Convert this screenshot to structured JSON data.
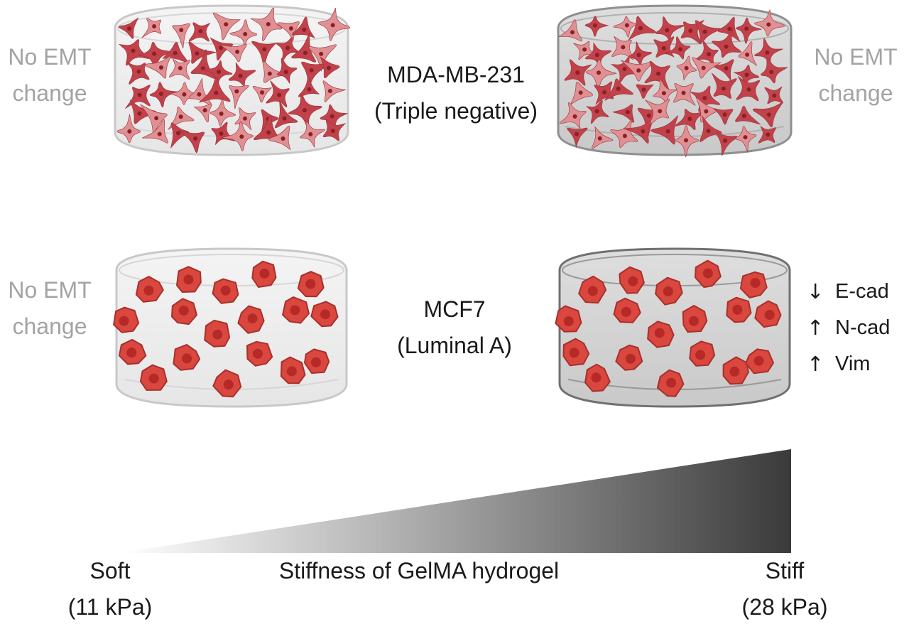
{
  "labels": {
    "top_left": "No EMT\nchange",
    "top_center": "MDA-MB-231\n(Triple negative)",
    "top_right": "No EMT\nchange",
    "bottom_left": "No EMT\nchange",
    "bottom_center": "MCF7\n(Luminal A)",
    "soft": "Soft\n(11 kPa)",
    "axis_title": "Stiffness of GelMA hydrogel",
    "stiff": "Stiff\n(28 kPa)"
  },
  "markers": [
    {
      "arrow": "↓",
      "text": "E-cad"
    },
    {
      "arrow": "↑",
      "text": "N-cad"
    },
    {
      "arrow": "↑",
      "text": "Vim"
    }
  ],
  "colors": {
    "cell_dark": "#c1424a",
    "cell_light": "#e08f92",
    "round_cell": "#d9473f",
    "round_nucleus": "#b52a26",
    "gel_soft": "#eeeeee",
    "gel_stiff": "#d4d4d4",
    "grey_text": "#a3a3a3"
  }
}
